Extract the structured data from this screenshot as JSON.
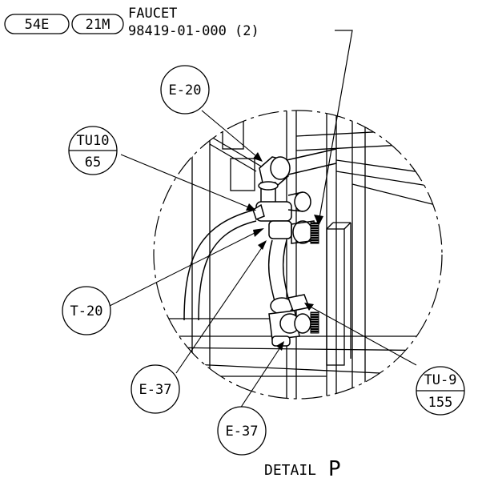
{
  "header": {
    "badge_1": "54E",
    "badge_2": "21M",
    "part_name": "FAUCET",
    "part_number": "98419-01-000 (2)"
  },
  "callouts": {
    "e20": "E-20",
    "tu10_top": "TU10",
    "tu10_bottom": "65",
    "t20": "T-20",
    "e37_a": "E-37",
    "e37_b": "E-37",
    "tu9_top": "TU-9",
    "tu9_bottom": "155"
  },
  "footer": {
    "detail_label": "DETAIL",
    "detail_letter": "P"
  }
}
